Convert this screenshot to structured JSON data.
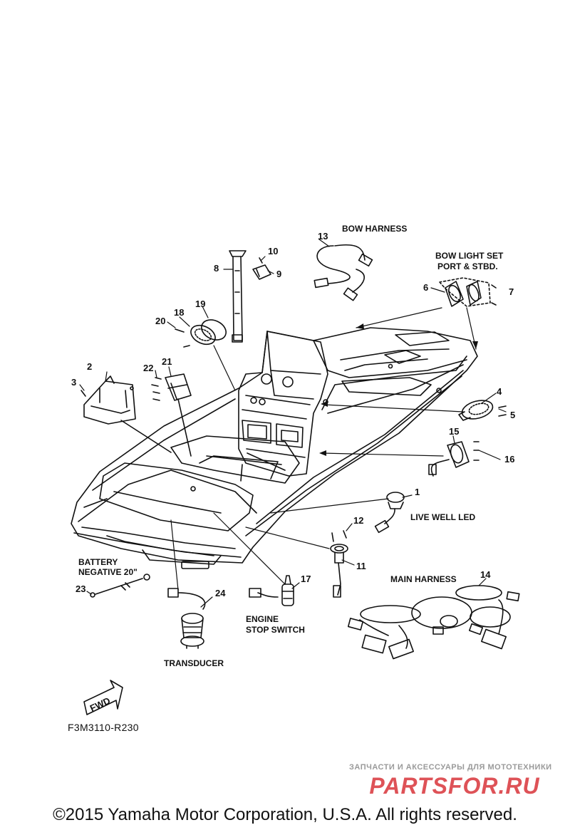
{
  "callouts": [
    "1",
    "2",
    "3",
    "4",
    "5",
    "6",
    "7",
    "8",
    "9",
    "10",
    "11",
    "12",
    "13",
    "14",
    "15",
    "16",
    "17",
    "18",
    "19",
    "20",
    "21",
    "22",
    "23",
    "24"
  ],
  "labels": {
    "bow_harness": "BOW HARNESS",
    "bow_light_set_1": "BOW LIGHT SET",
    "bow_light_set_2": "PORT & STBD.",
    "live_well_led": "LIVE WELL LED",
    "main_harness": "MAIN HARNESS",
    "battery_1": "BATTERY",
    "battery_2": "NEGATIVE 20\"",
    "engine_1": "ENGINE",
    "engine_2": "STOP SWITCH",
    "transducer": "TRANSDUCER",
    "fwd": "FWD"
  },
  "figure_code": "F3M3110-R230",
  "watermark": {
    "tagline": "ЗАПЧАСТИ И АКСЕССУАРЫ ДЛЯ МОТОТЕХНИКИ",
    "logo_text": "PARTSFOR.RU",
    "logo_color": "#d9343a"
  },
  "copyright": "©2015 Yamaha Motor Corporation, U.S.A. All rights reserved."
}
